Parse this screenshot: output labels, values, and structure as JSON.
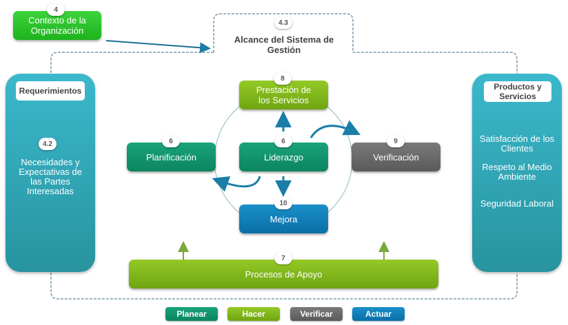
{
  "scope": {
    "badge": "4.3",
    "title": "Alcance del Sistema de Gestión"
  },
  "context": {
    "badge": "4",
    "label": "Contexto de la Organización"
  },
  "requirements": {
    "title": "Requerimientos",
    "badge": "4.2",
    "text": "Necesidades y Expectativas de las Partes Interesadas"
  },
  "products": {
    "title": "Productos y Servicios",
    "items": [
      "Satisfacción de los Clientes",
      "Respeto al Medio Ambiente",
      "Seguridad Laboral"
    ]
  },
  "nodes": {
    "service": {
      "badge": "8",
      "label": "Prestación de los Servicios"
    },
    "planning": {
      "badge": "6",
      "label": "Planificación"
    },
    "leadership": {
      "badge": "6",
      "label": "Liderazgo"
    },
    "verification": {
      "badge": "9",
      "label": "Verificación"
    },
    "improvement": {
      "badge": "10",
      "label": "Mejora"
    },
    "support": {
      "badge": "7",
      "label": "Procesos de Apoyo"
    }
  },
  "legend": [
    {
      "label": "Planear",
      "color": "#0f8f68"
    },
    {
      "label": "Hacer",
      "color": "#7cb51a"
    },
    {
      "label": "Verificar",
      "color": "#666666"
    },
    {
      "label": "Actuar",
      "color": "#0c7db6"
    }
  ]
}
